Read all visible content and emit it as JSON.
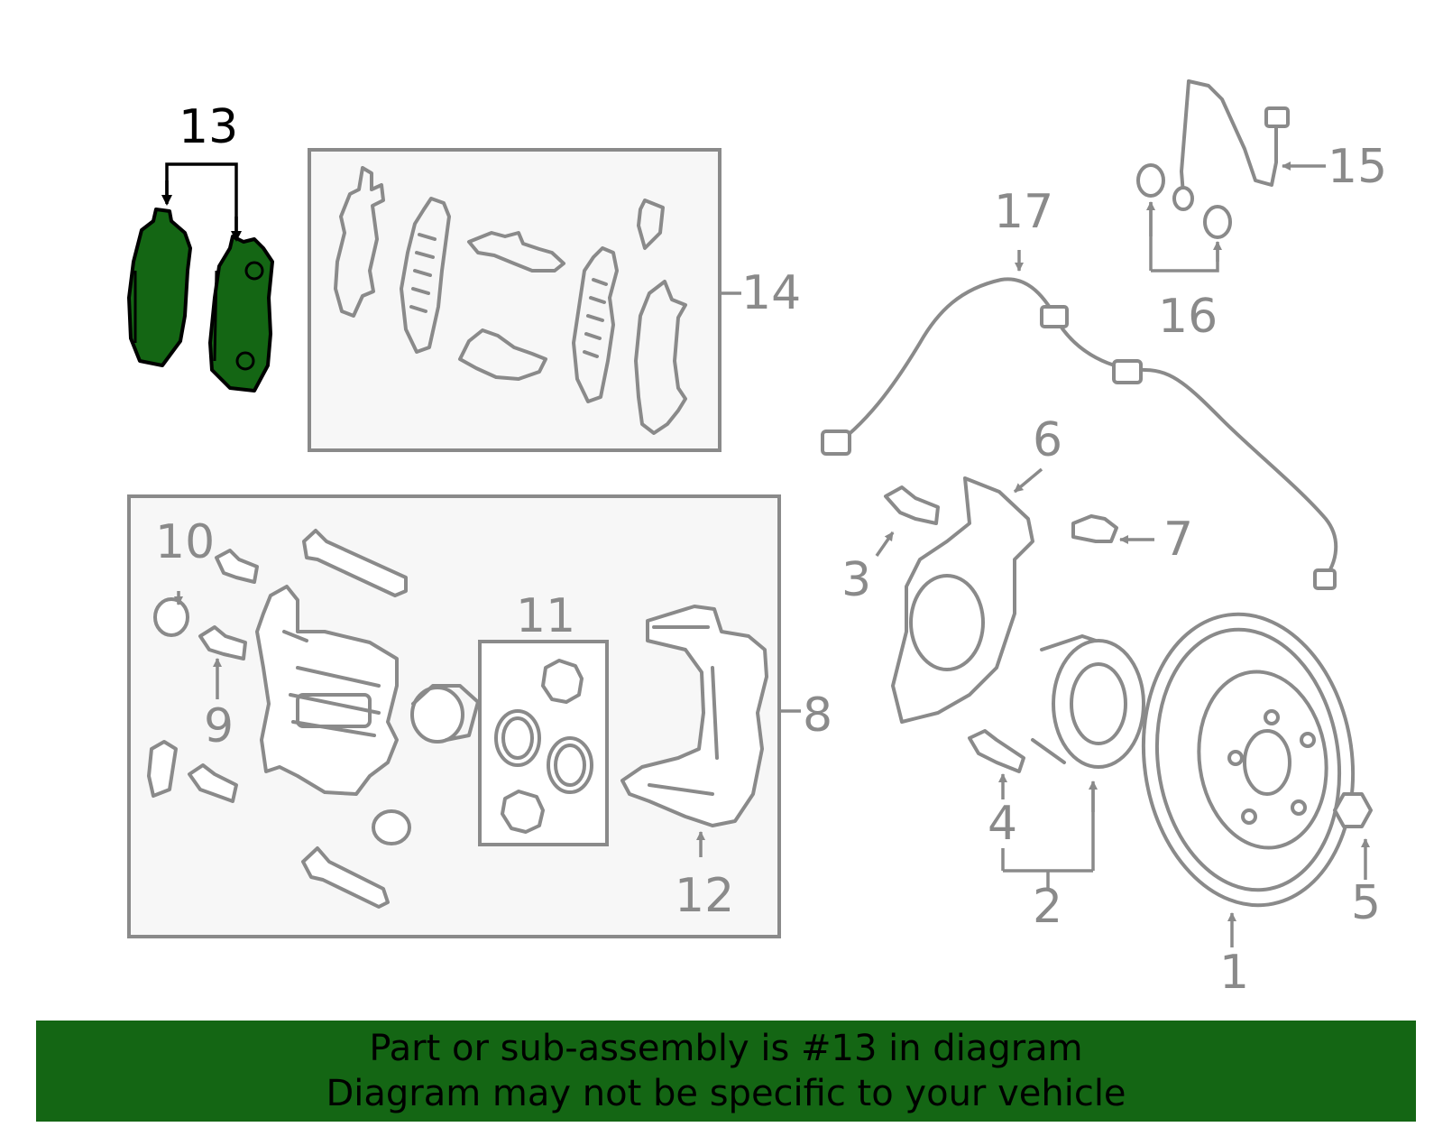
{
  "diagram": {
    "callouts": {
      "c1": "1",
      "c2": "2",
      "c3": "3",
      "c4": "4",
      "c5": "5",
      "c6": "6",
      "c7": "7",
      "c8": "8",
      "c9": "9",
      "c10": "10",
      "c11": "11",
      "c12": "12",
      "c13": "13",
      "c14": "14",
      "c15": "15",
      "c16": "16",
      "c17": "17"
    },
    "highlight_part": "13",
    "colors": {
      "highlight": "#146614",
      "line": "#8a8a8a",
      "box_fill": "#f7f7f7"
    }
  },
  "banner": {
    "line1": "Part or sub-assembly is #13 in diagram",
    "line2": "Diagram may not be specific to your vehicle"
  }
}
